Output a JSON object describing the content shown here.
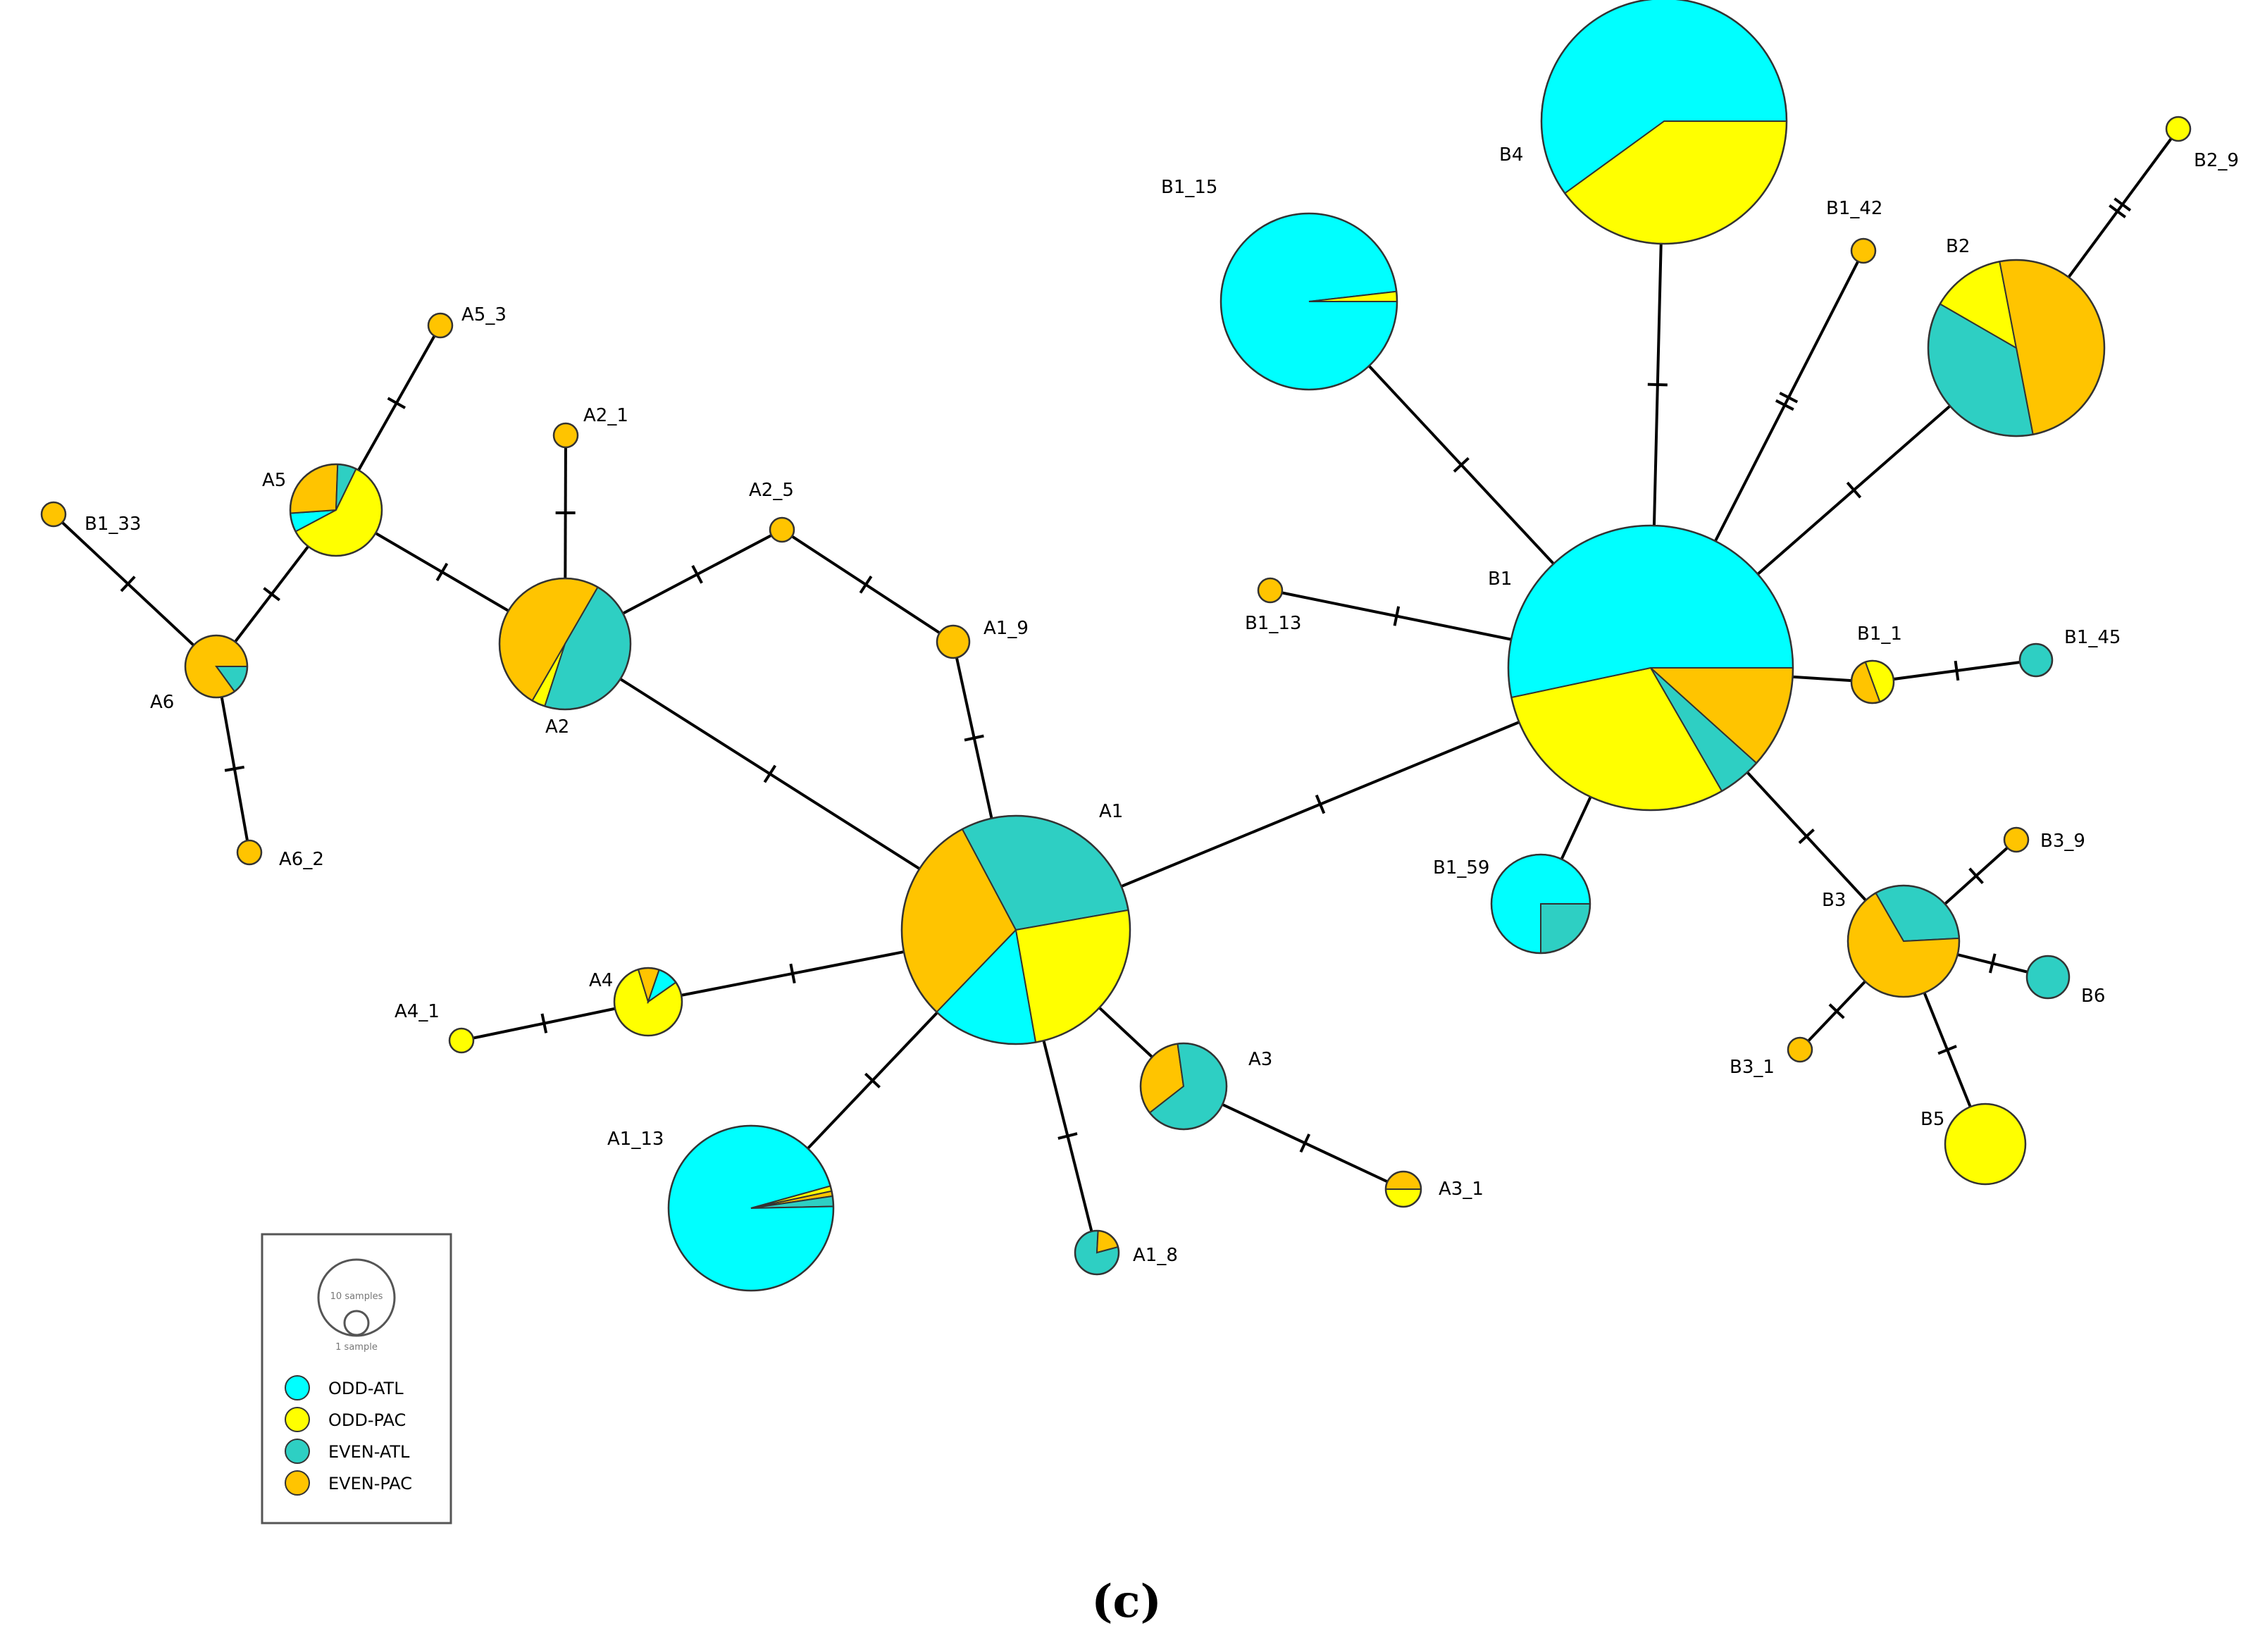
{
  "colors": {
    "ODD-ATL": "#00ffff",
    "ODD-PAC": "#ffff00",
    "EVEN-ATL": "#2ecfc3",
    "EVEN-PAC": "#ffc400"
  },
  "legend": {
    "size_labels": [
      "10 samples",
      "1 sample"
    ],
    "categories": [
      "ODD-ATL",
      "ODD-PAC",
      "EVEN-ATL",
      "EVEN-PAC"
    ]
  },
  "caption": "(c)",
  "nodes": [
    {
      "id": "A1",
      "label": "A1",
      "samples": 20,
      "composition": {
        "ODD-ATL": 3,
        "ODD-PAC": 5,
        "EVEN-ATL": 6,
        "EVEN-PAC": 6
      }
    },
    {
      "id": "A1_13",
      "label": "A1_13",
      "samples": 10,
      "composition": {
        "ODD-ATL": 9.6,
        "ODD-PAC": 0.1,
        "EVEN-ATL": 0.2,
        "EVEN-PAC": 0.1
      }
    },
    {
      "id": "A1_8",
      "label": "A1_8",
      "samples": 1,
      "composition": {
        "EVEN-ATL": 0.8,
        "EVEN-PAC": 0.2
      }
    },
    {
      "id": "A1_9",
      "label": "A1_9",
      "samples": 1,
      "composition": {
        "EVEN-PAC": 1
      }
    },
    {
      "id": "A2",
      "label": "A2",
      "samples": 6,
      "composition": {
        "EVEN-ATL": 2.8,
        "ODD-PAC": 0.2,
        "EVEN-PAC": 3
      }
    },
    {
      "id": "A2_1",
      "label": "A2_1",
      "samples": 1,
      "composition": {
        "EVEN-PAC": 1
      }
    },
    {
      "id": "A2_5",
      "label": "A2_5",
      "samples": 1,
      "composition": {
        "EVEN-PAC": 1
      }
    },
    {
      "id": "A3",
      "label": "A3",
      "samples": 3,
      "composition": {
        "EVEN-ATL": 2,
        "EVEN-PAC": 1
      }
    },
    {
      "id": "A3_1",
      "label": "A3_1",
      "samples": 1,
      "composition": {
        "ODD-PAC": 0.5,
        "EVEN-PAC": 0.5
      }
    },
    {
      "id": "A4",
      "label": "A4",
      "samples": 2,
      "composition": {
        "ODD-ATL": 0.2,
        "ODD-PAC": 1.6,
        "EVEN-PAC": 0.2
      }
    },
    {
      "id": "A4_1",
      "label": "A4_1",
      "samples": 1,
      "composition": {
        "ODD-PAC": 1
      }
    },
    {
      "id": "A5",
      "label": "A5",
      "samples": 3,
      "composition": {
        "ODD-PAC": 1.8,
        "ODD-ATL": 0.2,
        "EVEN-PAC": 0.8,
        "EVEN-ATL": 0.2
      }
    },
    {
      "id": "A5_3",
      "label": "A5_3",
      "samples": 1,
      "composition": {
        "EVEN-PAC": 1
      }
    },
    {
      "id": "A6",
      "label": "A6",
      "samples": 2,
      "composition": {
        "EVEN-PAC": 1.7,
        "EVEN-ATL": 0.3
      }
    },
    {
      "id": "A6_2",
      "label": "A6_2",
      "samples": 1,
      "composition": {
        "EVEN-PAC": 1
      }
    },
    {
      "id": "B1",
      "label": "B1",
      "samples": 30,
      "composition": {
        "ODD-ATL": 16,
        "ODD-PAC": 9,
        "EVEN-ATL": 1.5,
        "EVEN-PAC": 3.5
      }
    },
    {
      "id": "B1_1",
      "label": "B1_1",
      "samples": 1,
      "composition": {
        "ODD-PAC": 0.5,
        "EVEN-PAC": 0.5
      }
    },
    {
      "id": "B1_13",
      "label": "B1_13",
      "samples": 1,
      "composition": {
        "EVEN-PAC": 1
      }
    },
    {
      "id": "B1_15",
      "label": "B1_15",
      "samples": 11,
      "composition": {
        "ODD-ATL": 10.8,
        "ODD-PAC": 0.2
      }
    },
    {
      "id": "B1_33",
      "label": "B1_33",
      "samples": 1,
      "composition": {
        "EVEN-PAC": 1
      }
    },
    {
      "id": "B1_42",
      "label": "B1_42",
      "samples": 1,
      "composition": {
        "EVEN-PAC": 1
      }
    },
    {
      "id": "B1_45",
      "label": "B1_45",
      "samples": 1,
      "composition": {
        "EVEN-ATL": 1
      }
    },
    {
      "id": "B1_59",
      "label": "B1_59",
      "samples": 4,
      "composition": {
        "ODD-ATL": 3,
        "EVEN-ATL": 1
      }
    },
    {
      "id": "B2",
      "label": "B2",
      "samples": 11,
      "composition": {
        "EVEN-ATL": 4,
        "ODD-PAC": 1.5,
        "EVEN-PAC": 5.5
      }
    },
    {
      "id": "B2_9",
      "label": "B2_9",
      "samples": 1,
      "composition": {
        "ODD-PAC": 1
      }
    },
    {
      "id": "B3",
      "label": "B3",
      "samples": 4,
      "composition": {
        "EVEN-ATL": 1.3,
        "EVEN-PAC": 2.7
      }
    },
    {
      "id": "B3_1",
      "label": "B3_1",
      "samples": 1,
      "composition": {
        "EVEN-PAC": 1
      }
    },
    {
      "id": "B3_9",
      "label": "B3_9",
      "samples": 1,
      "composition": {
        "EVEN-PAC": 1
      }
    },
    {
      "id": "B4",
      "label": "B4",
      "samples": 20,
      "composition": {
        "ODD-ATL": 12,
        "ODD-PAC": 8
      }
    },
    {
      "id": "B5",
      "label": "B5",
      "samples": 2,
      "composition": {
        "ODD-PAC": 2
      }
    },
    {
      "id": "B6",
      "label": "B6",
      "samples": 1,
      "composition": {
        "EVEN-ATL": 1
      }
    }
  ],
  "edges": [
    {
      "from": "A1",
      "to": "B1",
      "mutations": 1
    },
    {
      "from": "A1",
      "to": "A2",
      "mutations": 1
    },
    {
      "from": "A1",
      "to": "A1_9",
      "mutations": 1
    },
    {
      "from": "A1",
      "to": "A4",
      "mutations": 1
    },
    {
      "from": "A1",
      "to": "A1_13",
      "mutations": 1
    },
    {
      "from": "A1",
      "to": "A1_8",
      "mutations": 1
    },
    {
      "from": "A1",
      "to": "A3",
      "mutations": 0
    },
    {
      "from": "A3",
      "to": "A3_1",
      "mutations": 1
    },
    {
      "from": "A4",
      "to": "A4_1",
      "mutations": 1
    },
    {
      "from": "A1_9",
      "to": "A2_5",
      "mutations": 1
    },
    {
      "from": "A2_5",
      "to": "A2",
      "mutations": 1
    },
    {
      "from": "A2",
      "to": "A2_1",
      "mutations": 1
    },
    {
      "from": "A2",
      "to": "A5",
      "mutations": 1
    },
    {
      "from": "A5",
      "to": "A5_3",
      "mutations": 1
    },
    {
      "from": "A5",
      "to": "A6",
      "mutations": 1
    },
    {
      "from": "A6",
      "to": "B1_33",
      "mutations": 1
    },
    {
      "from": "A6",
      "to": "A6_2",
      "mutations": 1
    },
    {
      "from": "B1",
      "to": "B1_15",
      "mutations": 1
    },
    {
      "from": "B1",
      "to": "B4",
      "mutations": 1
    },
    {
      "from": "B1",
      "to": "B1_42",
      "mutations": 2
    },
    {
      "from": "B1",
      "to": "B2",
      "mutations": 1
    },
    {
      "from": "B2",
      "to": "B2_9",
      "mutations": 2
    },
    {
      "from": "B1",
      "to": "B1_13",
      "mutations": 1
    },
    {
      "from": "B1",
      "to": "B1_1",
      "mutations": 0
    },
    {
      "from": "B1_1",
      "to": "B1_45",
      "mutations": 1
    },
    {
      "from": "B1",
      "to": "B1_59",
      "mutations": 0
    },
    {
      "from": "B1",
      "to": "B3",
      "mutations": 1
    },
    {
      "from": "B3",
      "to": "B3_9",
      "mutations": 1
    },
    {
      "from": "B3",
      "to": "B6",
      "mutations": 1
    },
    {
      "from": "B3",
      "to": "B3_1",
      "mutations": 1
    },
    {
      "from": "B3",
      "to": "B5",
      "mutations": 1
    }
  ]
}
